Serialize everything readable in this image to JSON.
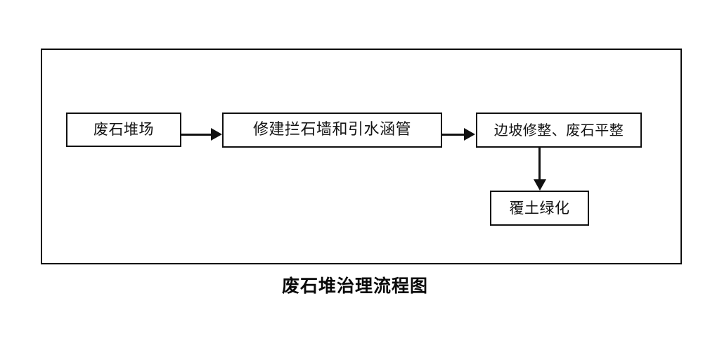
{
  "diagram": {
    "caption": "废石堆治理流程图",
    "frame": {
      "name": "outer-frame",
      "stroke_color": "#0d0d0d",
      "fill_color": "#ffffff"
    },
    "nodes": [
      {
        "id": "waste-rock-dump",
        "label": "废石堆场",
        "shape": "rectangle",
        "stroke_color": "#111111",
        "fill_color": "#ffffff"
      },
      {
        "id": "build-wall-culvert",
        "label": "修建拦石墙和引水涵管",
        "shape": "rectangle",
        "stroke_color": "#111111",
        "fill_color": "#ffffff"
      },
      {
        "id": "slope-leveling",
        "label": "边坡修整、废石平整",
        "shape": "rectangle",
        "stroke_color": "#111111",
        "fill_color": "#ffffff"
      },
      {
        "id": "soil-greening",
        "label": "覆土绿化",
        "shape": "rectangle",
        "stroke_color": "#111111",
        "fill_color": "#ffffff"
      }
    ],
    "connectors": [
      {
        "id": "dump-to-wall",
        "from": "waste-rock-dump",
        "to": "build-wall-culvert",
        "direction": "right",
        "style": "solid-arrow"
      },
      {
        "id": "wall-to-slope",
        "from": "build-wall-culvert",
        "to": "slope-leveling",
        "direction": "right",
        "style": "solid-arrow"
      },
      {
        "id": "slope-to-greening",
        "from": "slope-leveling",
        "to": "soil-greening",
        "direction": "down",
        "style": "solid-arrow"
      }
    ]
  }
}
